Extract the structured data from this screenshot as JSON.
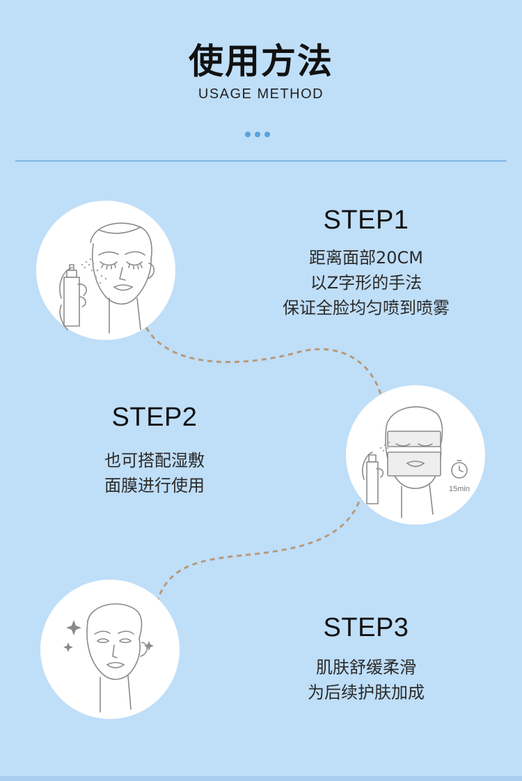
{
  "header": {
    "title": "使用方法",
    "subtitle": "USAGE METHOD"
  },
  "steps": [
    {
      "title": "STEP1",
      "lines": [
        "距离面部20CM",
        "以Z字形的手法",
        "保证全脸均匀喷到喷雾"
      ]
    },
    {
      "title": "STEP2",
      "lines": [
        "也可搭配湿敷",
        "面膜进行使用"
      ]
    },
    {
      "title": "STEP3",
      "lines": [
        "肌肤舒缓柔滑",
        "为后续护肤加成"
      ]
    }
  ],
  "illustrations": {
    "timer_label": "15min"
  },
  "colors": {
    "background": "#bfdef8",
    "accent": "#5ba2dd",
    "path": "#b89a7a"
  }
}
